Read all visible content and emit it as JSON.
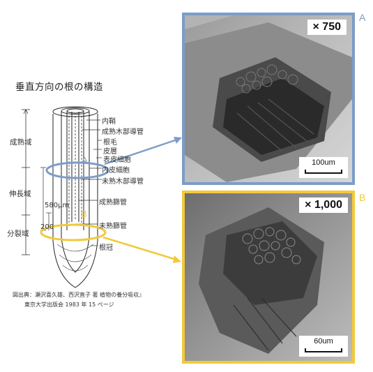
{
  "title": "垂直方向の根の構造",
  "zones": {
    "maturation": "成熟域",
    "elongation": "伸長域",
    "division": "分裂域"
  },
  "structure_labels": {
    "pericycle": "内鞘",
    "mature_xylem": "成熟木部導管",
    "root_hair": "根毛",
    "cortex": "皮層",
    "epidermis": "表皮細胞",
    "endodermis": "内皮細胞",
    "immature_xylem": "未熟木部導管",
    "mature_phloem": "成熟篩管",
    "immature_phloem": "未熟篩管",
    "root_cap": "根冠"
  },
  "measurements": {
    "m580": "580",
    "m580_unit": "μm",
    "m200": "200"
  },
  "section_markers": {
    "a": "A",
    "b": "B"
  },
  "credit": {
    "line1": "図出典：瀬沢喜久雄、西沢直子 著 植物の養分吸収』",
    "line2": "東京大学出版会 1983 年 15 ページ"
  },
  "panels": [
    {
      "letter": "A",
      "magnification": "× 750",
      "scale": "100um",
      "color": "#7d9cc7"
    },
    {
      "letter": "B",
      "magnification": "× 1,000",
      "scale": "60um",
      "color": "#f2c93c"
    }
  ],
  "colors": {
    "blue_accent": "#7d9cc7",
    "yellow_accent": "#f2c93c"
  }
}
